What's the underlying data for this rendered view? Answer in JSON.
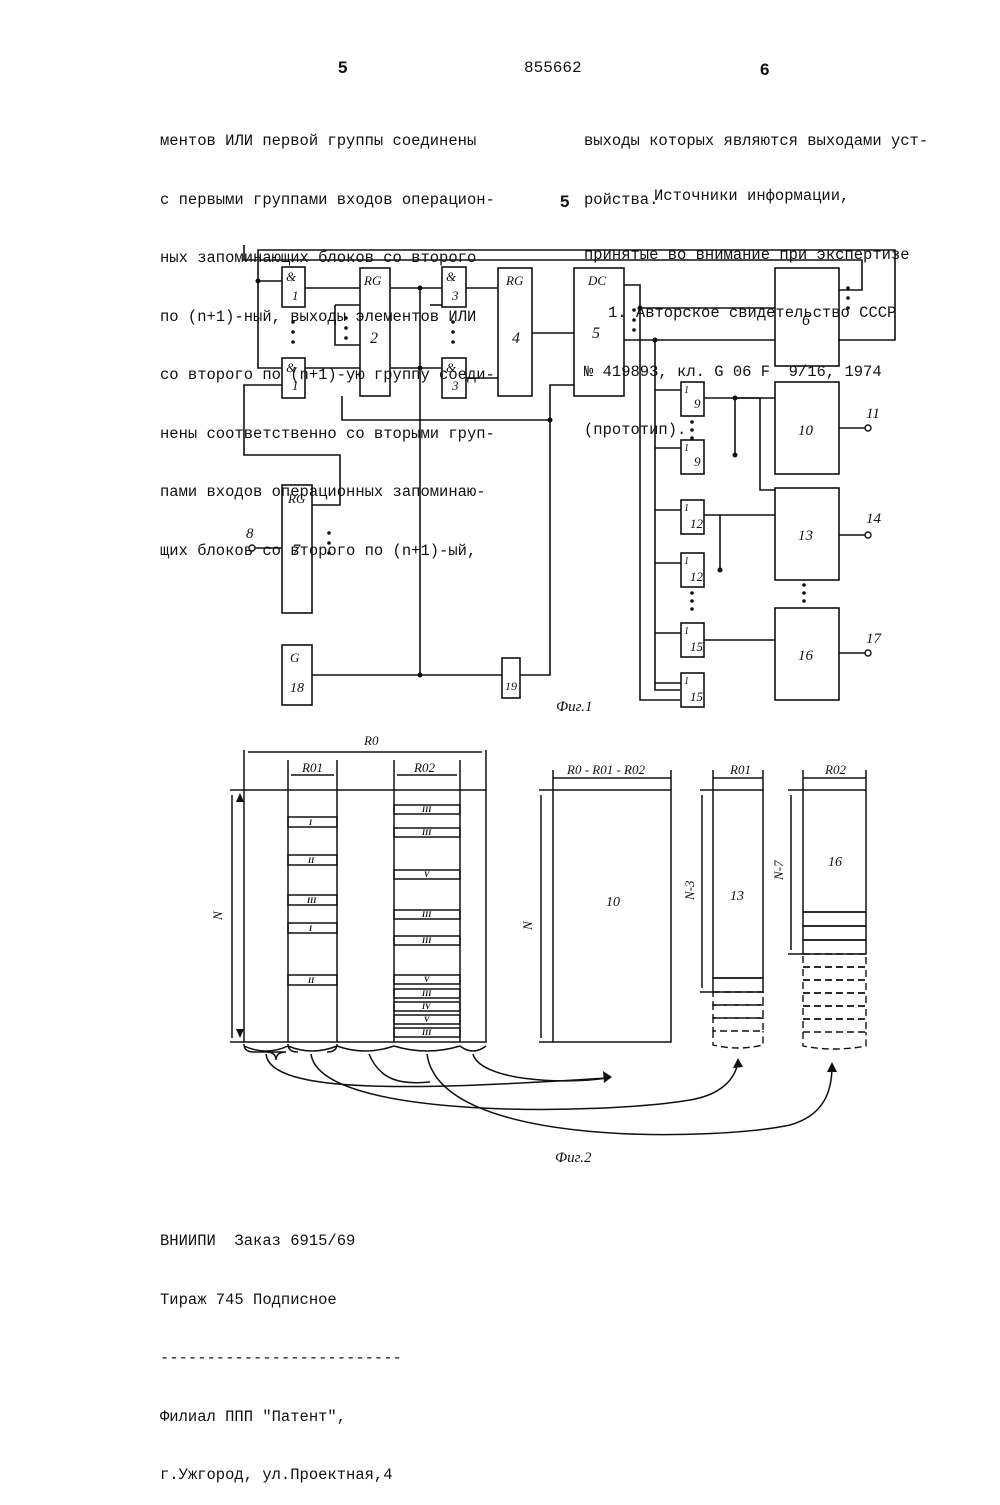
{
  "header": {
    "page_left": "5",
    "patent_number": "855662",
    "page_right": "6"
  },
  "left_column": [
    "ментов ИЛИ первой группы соединены",
    "с первыми группами входов операцион-",
    "ных запоминающих блоков со второго",
    "по (n+1)-ный, выходы элементов ИЛИ",
    "со второго по (n+1)-ую группу соеди-",
    "нены соответственно со вторыми груп-",
    "пами входов операционных запоминаю-",
    "щих блоков со второго по (n+1)-ый,"
  ],
  "line_marker": "5",
  "right_column": {
    "continuation": [
      "выходы которых являются выходами уст-",
      "ройства."
    ],
    "sources_title": [
      "Источники информации,",
      "принятые во внимание при экспертизе"
    ],
    "reference": [
      "1. Авторское свидетельство СССР",
      "№ 419893, кл. G 06 F  9/16, 1974",
      "(прототип)."
    ]
  },
  "figure1": {
    "caption": "Фиг.1",
    "labels": {
      "and_top": "&",
      "and_top_n": "1",
      "and_bot": "&",
      "and_bot_n": "1",
      "rg2": "RG",
      "rg2_n": "2",
      "and3_top": "&",
      "and3_top_n": "3",
      "and3_bot": "&",
      "and3_bot_n": "3",
      "rg4": "RG",
      "rg4_n": "4",
      "dc": "DC",
      "dc_n": "5",
      "b6": "6",
      "or9a": "1",
      "or9a_n": "9",
      "or9b": "1",
      "or9b_n": "9",
      "b10": "10",
      "out11": "11",
      "or12a": "1",
      "or12a_n": "12",
      "or12b": "1",
      "or12b_n": "12",
      "b13": "13",
      "out14": "14",
      "or15a": "1",
      "or15a_n": "15",
      "or15b": "1",
      "or15b_n": "15",
      "b16": "16",
      "out17": "17",
      "rg7": "RG",
      "rg7_n": "7",
      "in8": "8",
      "g18": "G",
      "g18_n": "18",
      "b19": "19"
    }
  },
  "figure2": {
    "caption": "Фиг.2",
    "r0": "R0",
    "r01": "R01",
    "r02": "R02",
    "r_diff": "R0 - R01 - R02",
    "n": "N",
    "n3": "N-3",
    "n7": "N-7",
    "b10": "10",
    "b13": "13",
    "b16": "16",
    "col1_marks": [
      "I",
      "II",
      "III",
      "I",
      "II"
    ],
    "col2_marks": [
      "III",
      "III",
      "V",
      "III",
      "III",
      "V",
      "III",
      "IV",
      "V",
      "III"
    ]
  },
  "footer": {
    "line1": "ВНИИПИ  Заказ 6915/69",
    "line2": "Тираж 745 Подписное",
    "separator": "--------------------------",
    "line3": "Филиал ППП \"Патент\",",
    "line4": "г.Ужгород, ул.Проектная,4"
  }
}
